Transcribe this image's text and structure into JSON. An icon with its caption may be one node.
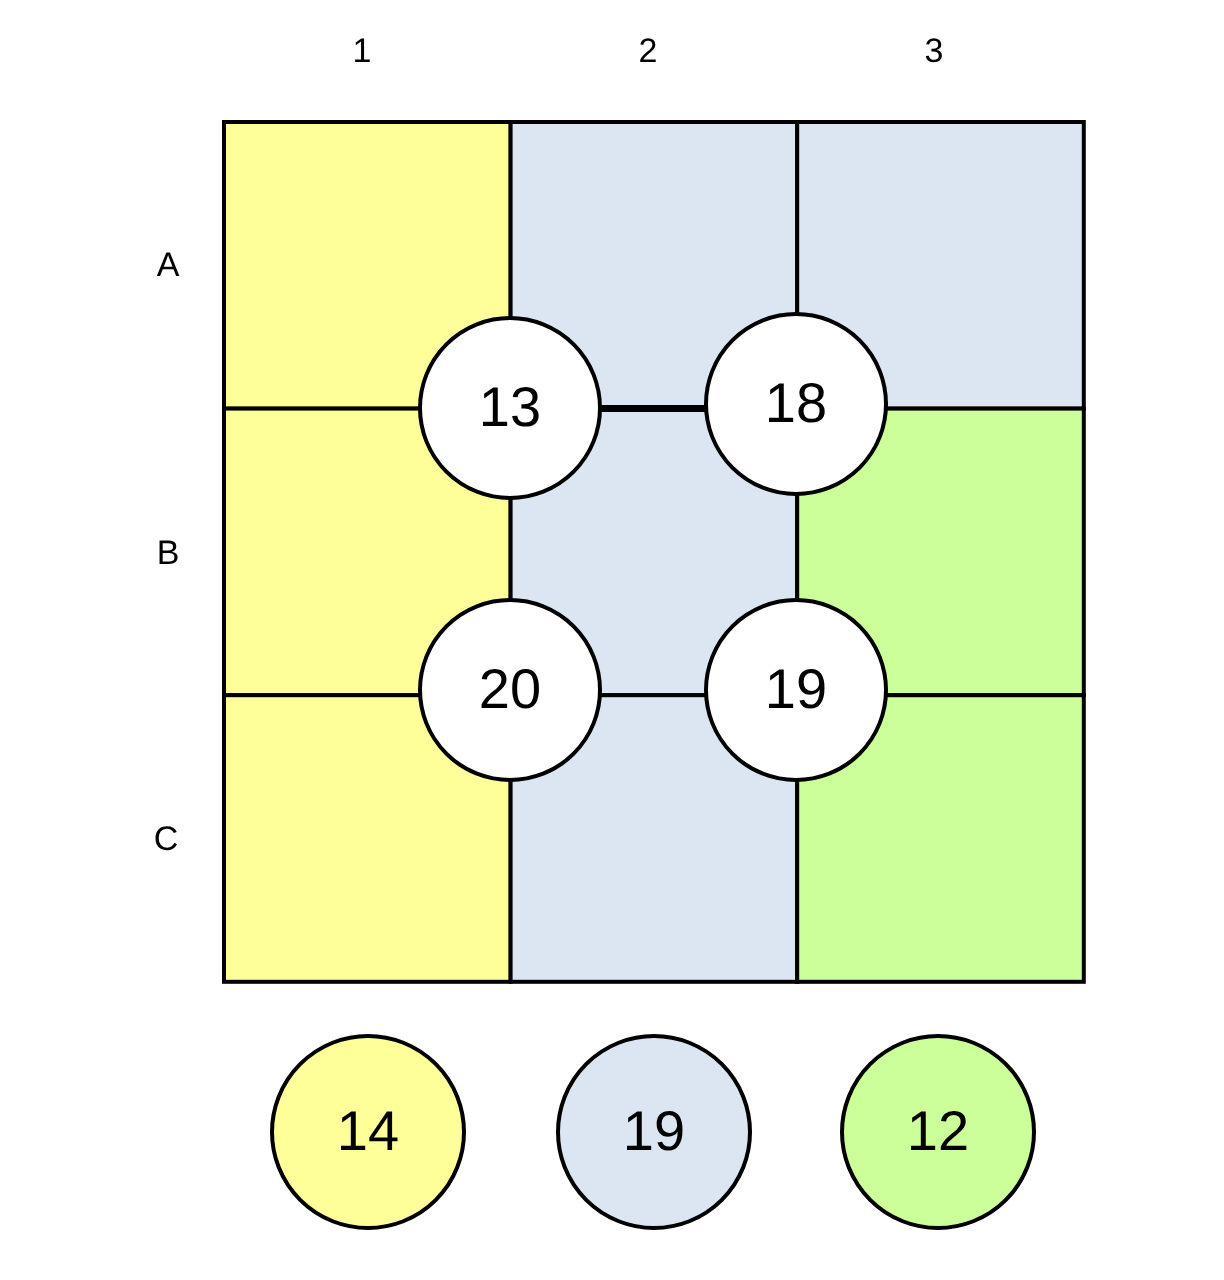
{
  "diagram": {
    "nodes": [
      {
        "text": [
          "13"
        ]
      },
      {
        "text": [
          "18"
        ]
      },
      {
        "text": [
          "20"
        ]
      },
      {
        "text": [
          "19"
        ]
      },
      {
        "text": [
          "14"
        ]
      },
      {
        "text": [
          "19"
        ]
      },
      {
        "text": [
          "12"
        ]
      }
    ],
    "labels": [
      "1",
      "2",
      "3",
      "A",
      "B",
      "C"
    ]
  }
}
